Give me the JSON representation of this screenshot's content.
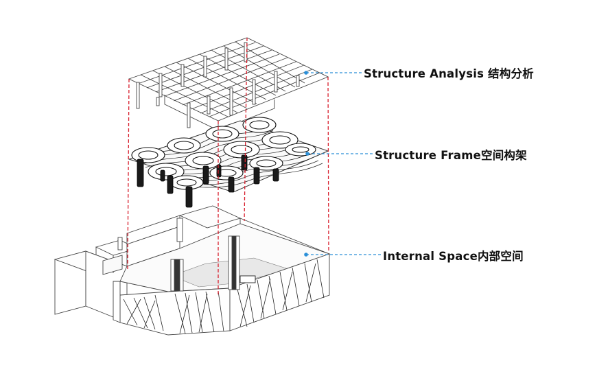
{
  "diagram": {
    "labels": {
      "analysis": "Structure Analysis 结构分析",
      "frame": "Structure Frame空间构架",
      "space": "Internal Space内部空间"
    },
    "colors": {
      "guide_lines": "#d81e2c",
      "leader_lines": "#2b8fd8",
      "line_art": "#333333",
      "label_text": "#111111"
    }
  }
}
